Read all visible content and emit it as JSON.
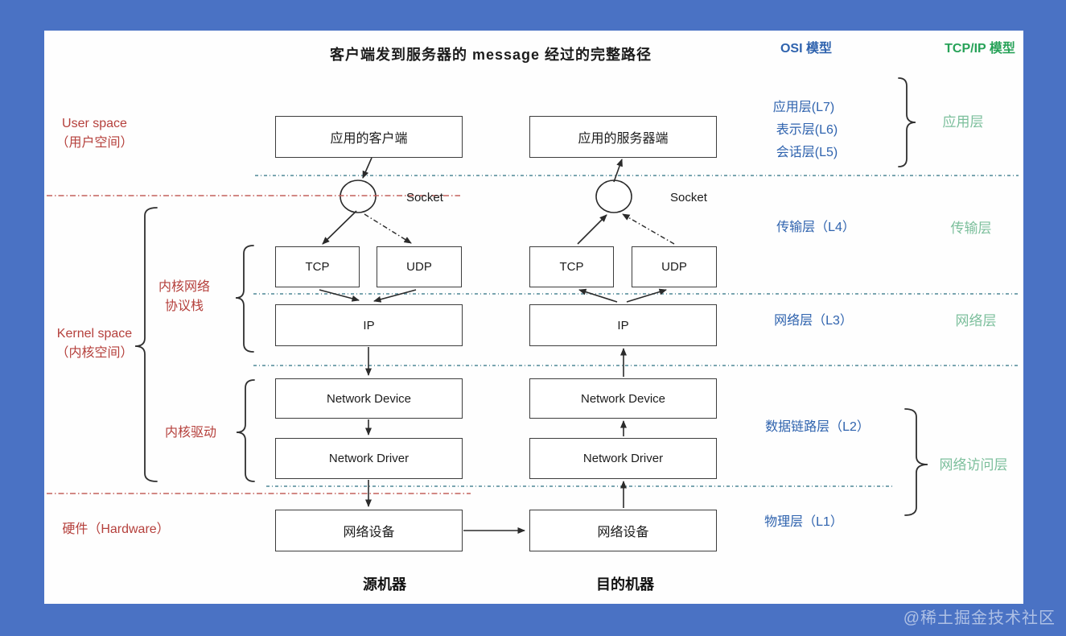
{
  "title": "客户端发到服务器的 message 经过的完整路径",
  "watermark": "@稀土掘金技术社区",
  "column_headers": {
    "osi": "OSI 模型",
    "tcpip": "TCP/IP 模型"
  },
  "left_labels": {
    "user_space_line1": "User space",
    "user_space_line2": "（用户空间）",
    "kernel_space_line1": "Kernel space",
    "kernel_space_line2": "（内核空间）",
    "kernel_stack_line1": "内核网络",
    "kernel_stack_line2": "协议栈",
    "kernel_driver": "内核驱动",
    "hardware": "硬件（Hardware）"
  },
  "osi_layers": {
    "l7": "应用层(L7)",
    "l6": "表示层(L6)",
    "l5": "会话层(L5)",
    "l4": "传输层（L4）",
    "l3": "网络层（L3）",
    "l2": "数据链路层（L2）",
    "l1": "物理层（L1）"
  },
  "tcpip_layers": {
    "application": "应用层",
    "transport": "传输层",
    "network": "网络层",
    "network_access": "网络访问层"
  },
  "source_machine": {
    "app": "应用的客户端",
    "socket_label": "Socket",
    "tcp": "TCP",
    "udp": "UDP",
    "ip": "IP",
    "network_device": "Network Device",
    "network_driver": "Network Driver",
    "hardware_device": "网络设备",
    "caption": "源机器"
  },
  "dest_machine": {
    "app": "应用的服务器端",
    "socket_label": "Socket",
    "tcp": "TCP",
    "udp": "UDP",
    "ip": "IP",
    "network_device": "Network Device",
    "network_driver": "Network Driver",
    "hardware_device": "网络设备",
    "caption": "目的机器"
  },
  "colors": {
    "background_blue": "#4a72c4",
    "canvas_white": "#fefefe",
    "osi_blue": "#2f63ae",
    "tcpip_green": "#27a258",
    "tcpip_label_green": "#7cbf9c",
    "red_label": "#b5403c",
    "box_border": "#3d3d3d",
    "teal_divider": "#4e8796",
    "red_divider": "#c4605c",
    "arrow_black": "#2b2b2b"
  }
}
